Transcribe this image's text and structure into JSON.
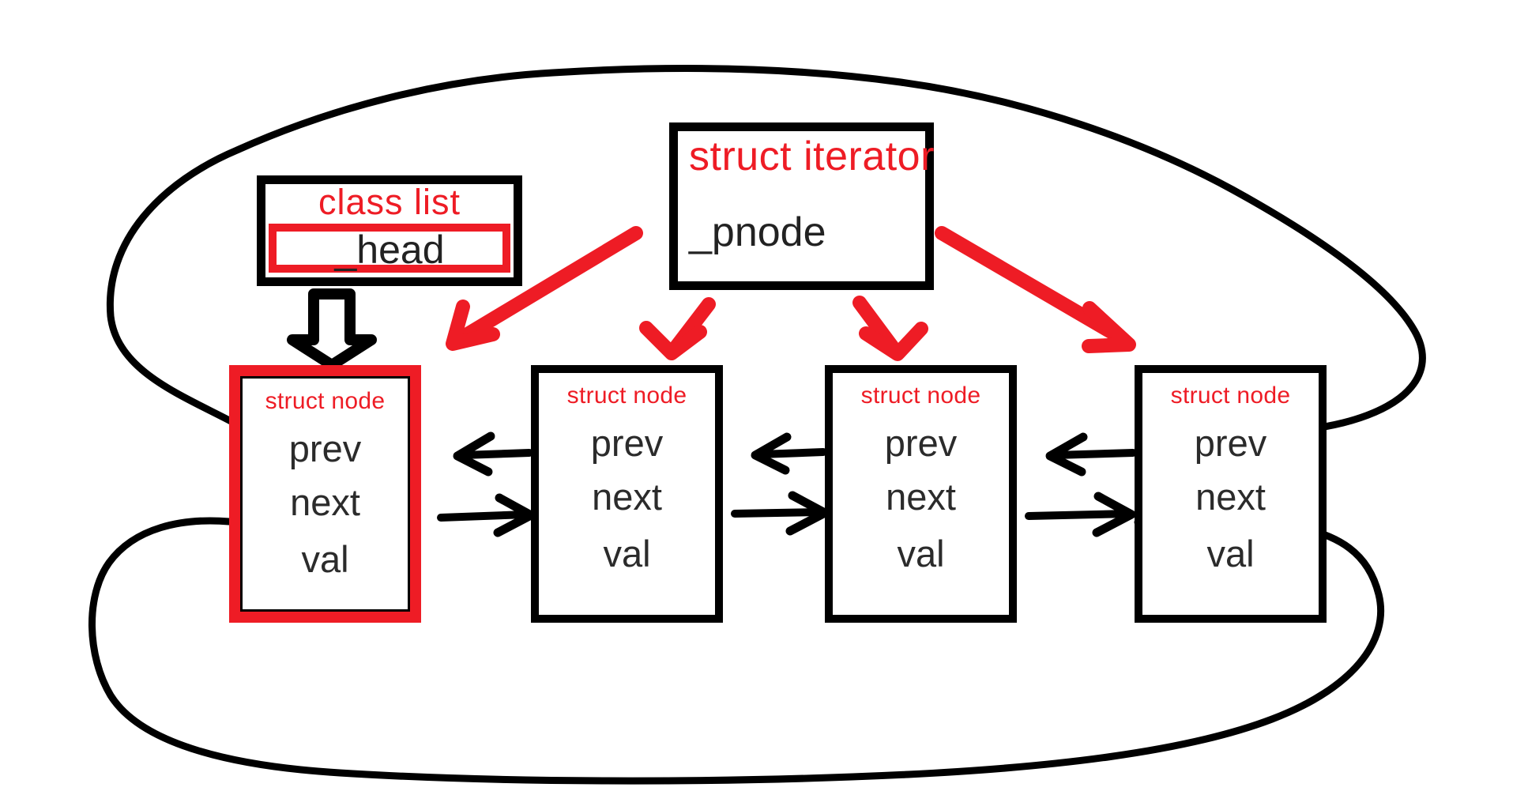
{
  "diagram": {
    "title_semantic": "doubly-linked-circular-list-structure",
    "colors": {
      "accent_red": "#ee1c25",
      "ink_black": "#000000",
      "text_black": "#2b2b2b",
      "background": "#ffffff"
    },
    "class_box": {
      "title": "class  list",
      "field": "_head"
    },
    "iterator_box": {
      "title": "struct iterator",
      "field": "_pnode"
    },
    "nodes": [
      {
        "title": "struct node",
        "fields": [
          "prev",
          "next",
          "val"
        ],
        "highlighted": "true"
      },
      {
        "title": "struct node",
        "fields": [
          "prev",
          "next",
          "val"
        ],
        "highlighted": "false"
      },
      {
        "title": "struct node",
        "fields": [
          "prev",
          "next",
          "val"
        ],
        "highlighted": "false"
      },
      {
        "title": "struct node",
        "fields": [
          "prev",
          "next",
          "val"
        ],
        "highlighted": "false"
      }
    ],
    "connectors": {
      "head_arrow": "head-to-first-node-block-arrow",
      "iterator_arrows": [
        "iterator-to-node-1",
        "iterator-to-node-2",
        "iterator-to-node-3",
        "iterator-to-node-4"
      ],
      "prev_arrows": [
        "node2-prev-to-node1",
        "node3-prev-to-node2",
        "node4-prev-to-node3"
      ],
      "next_arrows": [
        "node1-next-to-node2",
        "node2-next-to-node3",
        "node3-next-to-node4"
      ],
      "wrap_top": "node1-prev-wraps-to-node4",
      "wrap_bottom": "node4-next-wraps-to-node1"
    }
  }
}
